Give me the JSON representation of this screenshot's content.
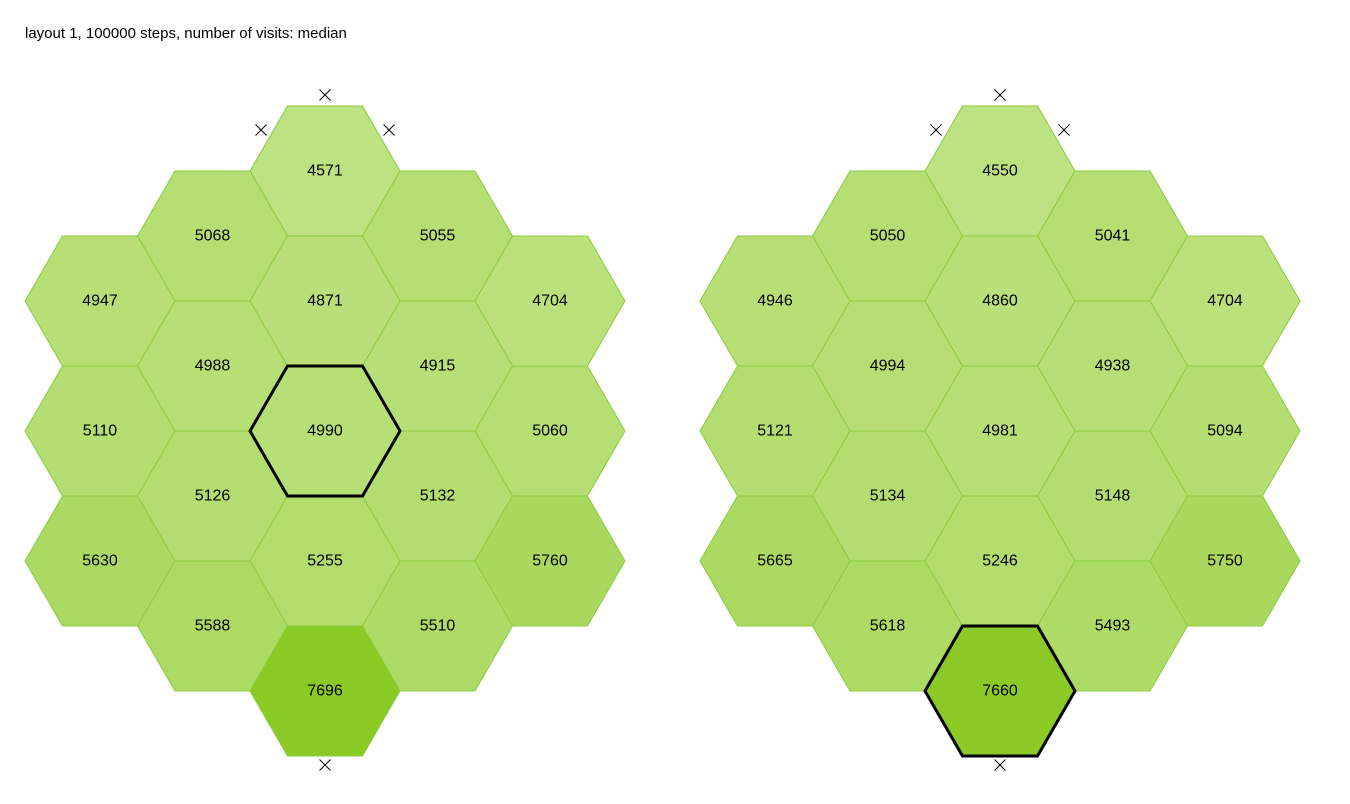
{
  "title": "layout 1, 100000 steps, number of visits: median",
  "colors": {
    "hex_stroke": "#8ccb3d",
    "highlight_stroke": "#000000",
    "marker": "#000000",
    "min_fill": "#bde282",
    "max_fill": "#8bc925"
  },
  "grids": [
    {
      "id": "left",
      "highlight_cell": "c3",
      "exit_markers": [
        "top-of-c1",
        "upper-left-of-c1",
        "upper-right-of-c1",
        "bottom-of-c5"
      ],
      "cells": [
        {
          "id": "c1",
          "col": 3,
          "row": 1,
          "value": 4571
        },
        {
          "id": "b1",
          "col": 2,
          "row": 1,
          "value": 5068
        },
        {
          "id": "d1",
          "col": 4,
          "row": 1,
          "value": 5055
        },
        {
          "id": "a1",
          "col": 1,
          "row": 1,
          "value": 4947
        },
        {
          "id": "c2",
          "col": 3,
          "row": 2,
          "value": 4871
        },
        {
          "id": "e1",
          "col": 5,
          "row": 1,
          "value": 4704
        },
        {
          "id": "b2",
          "col": 2,
          "row": 2,
          "value": 4988
        },
        {
          "id": "d2",
          "col": 4,
          "row": 2,
          "value": 4915
        },
        {
          "id": "a2",
          "col": 1,
          "row": 2,
          "value": 5110
        },
        {
          "id": "c3",
          "col": 3,
          "row": 3,
          "value": 4990
        },
        {
          "id": "e2",
          "col": 5,
          "row": 2,
          "value": 5060
        },
        {
          "id": "b3",
          "col": 2,
          "row": 3,
          "value": 5126
        },
        {
          "id": "d3",
          "col": 4,
          "row": 3,
          "value": 5132
        },
        {
          "id": "a3",
          "col": 1,
          "row": 3,
          "value": 5630
        },
        {
          "id": "c4",
          "col": 3,
          "row": 4,
          "value": 5255
        },
        {
          "id": "e3",
          "col": 5,
          "row": 3,
          "value": 5760
        },
        {
          "id": "b4",
          "col": 2,
          "row": 4,
          "value": 5588
        },
        {
          "id": "d4",
          "col": 4,
          "row": 4,
          "value": 5510
        },
        {
          "id": "c5",
          "col": 3,
          "row": 5,
          "value": 7696
        }
      ]
    },
    {
      "id": "right",
      "highlight_cell": "c5",
      "exit_markers": [
        "top-of-c1",
        "upper-left-of-c1",
        "upper-right-of-c1",
        "bottom-of-c5"
      ],
      "cells": [
        {
          "id": "c1",
          "col": 3,
          "row": 1,
          "value": 4550
        },
        {
          "id": "b1",
          "col": 2,
          "row": 1,
          "value": 5050
        },
        {
          "id": "d1",
          "col": 4,
          "row": 1,
          "value": 5041
        },
        {
          "id": "a1",
          "col": 1,
          "row": 1,
          "value": 4946
        },
        {
          "id": "c2",
          "col": 3,
          "row": 2,
          "value": 4860
        },
        {
          "id": "e1",
          "col": 5,
          "row": 1,
          "value": 4704
        },
        {
          "id": "b2",
          "col": 2,
          "row": 2,
          "value": 4994
        },
        {
          "id": "d2",
          "col": 4,
          "row": 2,
          "value": 4938
        },
        {
          "id": "a2",
          "col": 1,
          "row": 2,
          "value": 5121
        },
        {
          "id": "c3",
          "col": 3,
          "row": 3,
          "value": 4981
        },
        {
          "id": "e2",
          "col": 5,
          "row": 2,
          "value": 5094
        },
        {
          "id": "b3",
          "col": 2,
          "row": 3,
          "value": 5134
        },
        {
          "id": "d3",
          "col": 4,
          "row": 3,
          "value": 5148
        },
        {
          "id": "a3",
          "col": 1,
          "row": 3,
          "value": 5665
        },
        {
          "id": "c4",
          "col": 3,
          "row": 4,
          "value": 5246
        },
        {
          "id": "e3",
          "col": 5,
          "row": 3,
          "value": 5750
        },
        {
          "id": "b4",
          "col": 2,
          "row": 4,
          "value": 5618
        },
        {
          "id": "d4",
          "col": 4,
          "row": 4,
          "value": 5493
        },
        {
          "id": "c5",
          "col": 3,
          "row": 5,
          "value": 7660
        }
      ]
    }
  ]
}
